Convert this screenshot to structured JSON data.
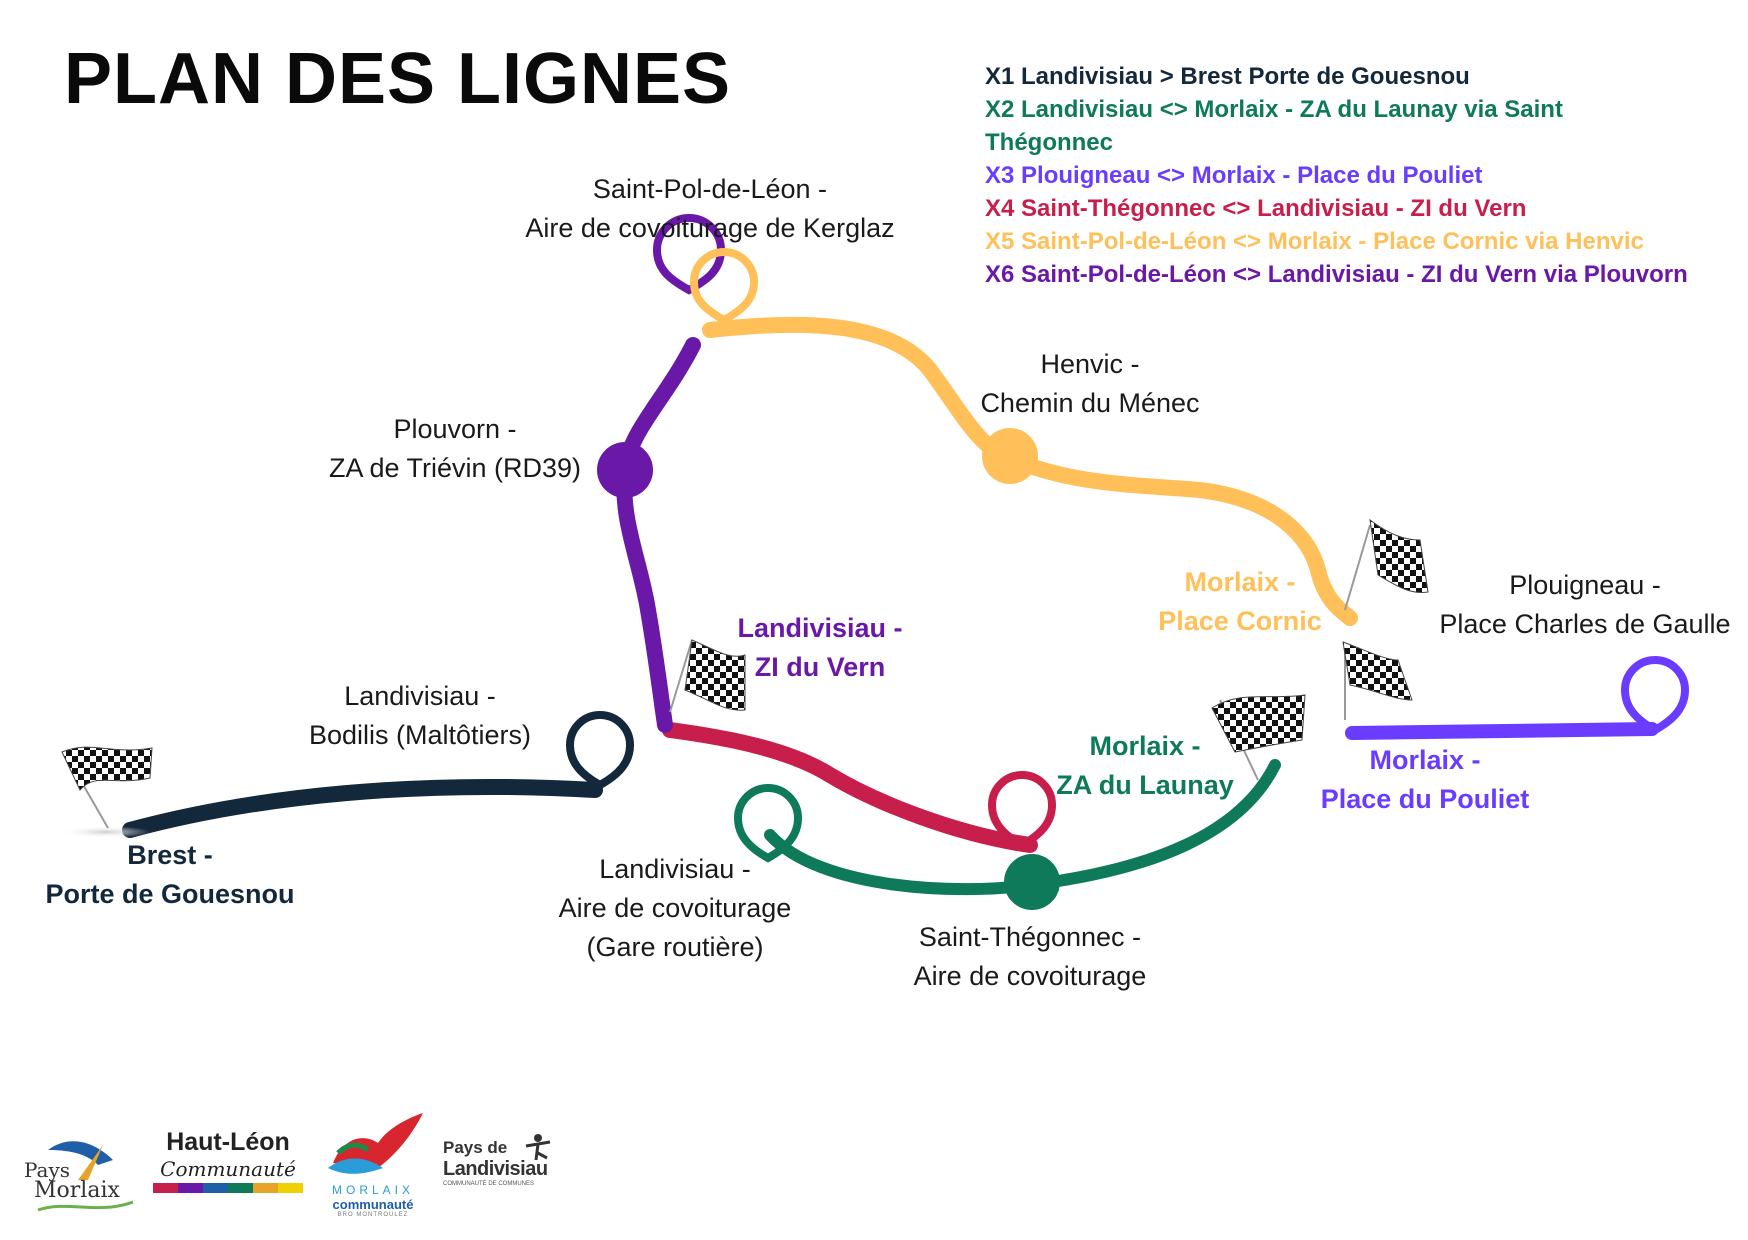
{
  "title": "PLAN DES LIGNES",
  "colors": {
    "x1": "#14283c",
    "x2": "#0e7a5a",
    "x3": "#6a3cff",
    "x4": "#c81e4b",
    "x5": "#ffc05a",
    "x6": "#6a18a8"
  },
  "legend": [
    {
      "id": "x1",
      "text": "X1 Landivisiau > Brest Porte de Gouesnou",
      "color": "#14283c"
    },
    {
      "id": "x2a",
      "text": "X2 Landivisiau <> Morlaix - ZA du Launay via Saint",
      "color": "#0e7a5a"
    },
    {
      "id": "x2b",
      "text": "Thégonnec",
      "color": "#0e7a5a"
    },
    {
      "id": "x3",
      "text": "X3 Plouigneau <> Morlaix - Place du Pouliet",
      "color": "#6a3cff"
    },
    {
      "id": "x4",
      "text": "X4 Saint-Thégonnec <> Landivisiau - ZI du Vern",
      "color": "#c81e4b"
    },
    {
      "id": "x5",
      "text": "X5 Saint-Pol-de-Léon <> Morlaix - Place Cornic via Henvic",
      "color": "#ffc05a"
    },
    {
      "id": "x6",
      "text": "X6 Saint-Pol-de-Léon <> Landivisiau - ZI du Vern via Plouvorn",
      "color": "#6a18a8"
    }
  ],
  "stops": {
    "saint_pol": {
      "line1": "Saint-Pol-de-Léon -",
      "line2": "Aire de covoiturage de Kerglaz"
    },
    "plouvorn": {
      "line1": "Plouvorn -",
      "line2": "ZA de Triévin (RD39)"
    },
    "henvic": {
      "line1": "Henvic -",
      "line2": "Chemin du Ménec"
    },
    "landi_zi": {
      "line1": "Landivisiau -",
      "line2": "ZI du Vern"
    },
    "landi_bodilis": {
      "line1": "Landivisiau -",
      "line2": "Bodilis (Maltôtiers)"
    },
    "brest": {
      "line1": "Brest -",
      "line2": "Porte de Gouesnou"
    },
    "landi_aire": {
      "line1": "Landivisiau -",
      "line2": "Aire de covoiturage",
      "line3": "(Gare routière)"
    },
    "st_thegonnec": {
      "line1": "Saint-Thégonnec -",
      "line2": "Aire de covoiturage"
    },
    "morlaix_launay": {
      "line1": "Morlaix -",
      "line2": "ZA du Launay"
    },
    "morlaix_cornic": {
      "line1": "Morlaix -",
      "line2": "Place Cornic"
    },
    "plouigneau": {
      "line1": "Plouigneau -",
      "line2": "Place Charles de Gaulle"
    },
    "morlaix_pouliet": {
      "line1": "Morlaix -",
      "line2": "Place du Pouliet"
    }
  },
  "logos": {
    "pays_morlaix": {
      "line1": "Pays",
      "line2": "Morlaix"
    },
    "haut_leon": {
      "line1": "Haut-Léon",
      "line2": "Communauté"
    },
    "morlaix_co": {
      "line1": "MORLAIX",
      "line2": "communauté",
      "line3": "BRO MONTROULEZ"
    },
    "landivisiau": {
      "line1": "Pays de",
      "line2": "Landivisiau",
      "line3": "COMMUNAUTÉ DE COMMUNES"
    }
  }
}
